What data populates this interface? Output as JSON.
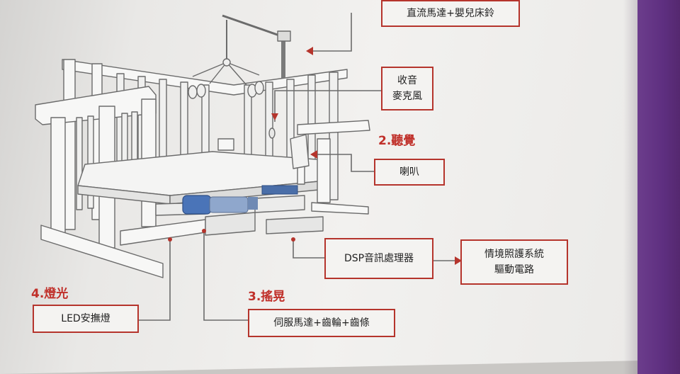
{
  "labels": {
    "motor_mobile": "直流馬達+嬰兒床鈴",
    "microphone": "收音\n麥克風",
    "speaker": "喇叭",
    "dsp": "DSP音訊處理器",
    "lighting_driver": "情境照護系統\n驅動電路",
    "led": "LED安撫燈",
    "servo": "伺服馬達+齒輪+齒條"
  },
  "sections": {
    "hearing": "2.聽覺",
    "rocking": "3.搖晃",
    "light": "4.燈光"
  },
  "colors": {
    "accent": "#b5342c",
    "purple_band": "#5e2f80",
    "line": "#6b6b6b",
    "blue_motor": "#4a74b8"
  }
}
